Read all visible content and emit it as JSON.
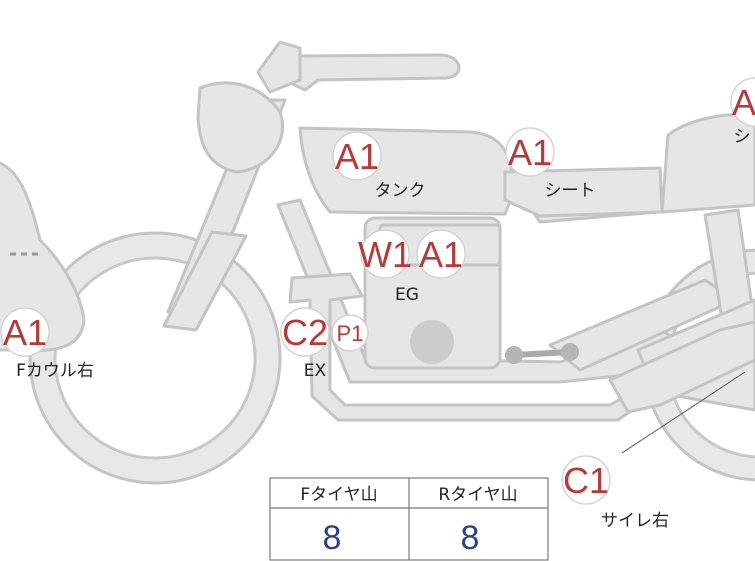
{
  "annotations": [
    {
      "code": "A1",
      "label": "タンク"
    },
    {
      "code": "A1",
      "label": "シート"
    },
    {
      "code": "A",
      "label": "シ"
    },
    {
      "code": "W1"
    },
    {
      "code": "A1",
      "label": "EG"
    },
    {
      "code": "A1",
      "label": "Fカウル右"
    },
    {
      "code": "C2",
      "label": "EX"
    },
    {
      "code": "P1"
    },
    {
      "code": "C1",
      "label": "サイレ右"
    }
  ],
  "tire_table": {
    "headers": [
      "Fタイヤ山",
      "Rタイヤ山"
    ],
    "values": [
      "8",
      "8"
    ]
  },
  "colors": {
    "code_red": "#b53a3a",
    "body_gray": "#e6e6e6",
    "outline_gray": "#c4c4c4",
    "value_blue": "#2c3e8f"
  }
}
